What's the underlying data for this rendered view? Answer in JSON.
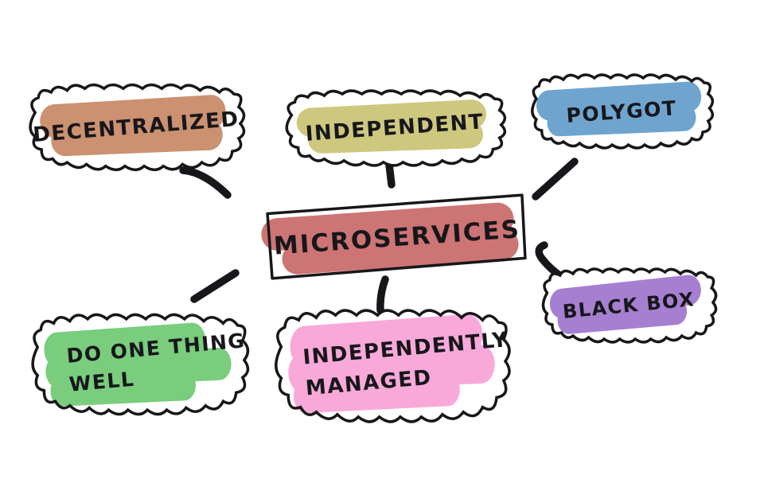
{
  "diagram": {
    "background": "#ffffff",
    "ink": "#17171b",
    "center": {
      "id": "microservices",
      "label": "MICROSERVICES",
      "fill": "#cd7474"
    },
    "nodes": [
      {
        "id": "decentralized",
        "label": "DECENTRALIZED",
        "fill": "#cb9170",
        "position": "top-left"
      },
      {
        "id": "independent",
        "label": "INDEPENDENT",
        "fill": "#cdc87e",
        "position": "top-center"
      },
      {
        "id": "polygot",
        "label": "POLYGOT",
        "fill": "#6fa4cf",
        "position": "top-right"
      },
      {
        "id": "do-one-thing-well",
        "label": "DO ONE THING WELL",
        "lines": [
          "DO ONE THING",
          "WELL"
        ],
        "fill": "#79cd7d",
        "position": "bottom-left"
      },
      {
        "id": "independently-managed",
        "label": "INDEPENDENTLY MANAGED",
        "lines": [
          "INDEPENDENTLY",
          "MANAGED"
        ],
        "fill": "#f9a9d9",
        "position": "bottom-center"
      },
      {
        "id": "black-box",
        "label": "BLACK BOX",
        "fill": "#a77fd0",
        "position": "bottom-right"
      }
    ],
    "edges": [
      {
        "from": "microservices",
        "to": "decentralized"
      },
      {
        "from": "microservices",
        "to": "independent"
      },
      {
        "from": "microservices",
        "to": "polygot"
      },
      {
        "from": "microservices",
        "to": "do-one-thing-well"
      },
      {
        "from": "microservices",
        "to": "independently-managed"
      },
      {
        "from": "microservices",
        "to": "black-box"
      }
    ]
  }
}
